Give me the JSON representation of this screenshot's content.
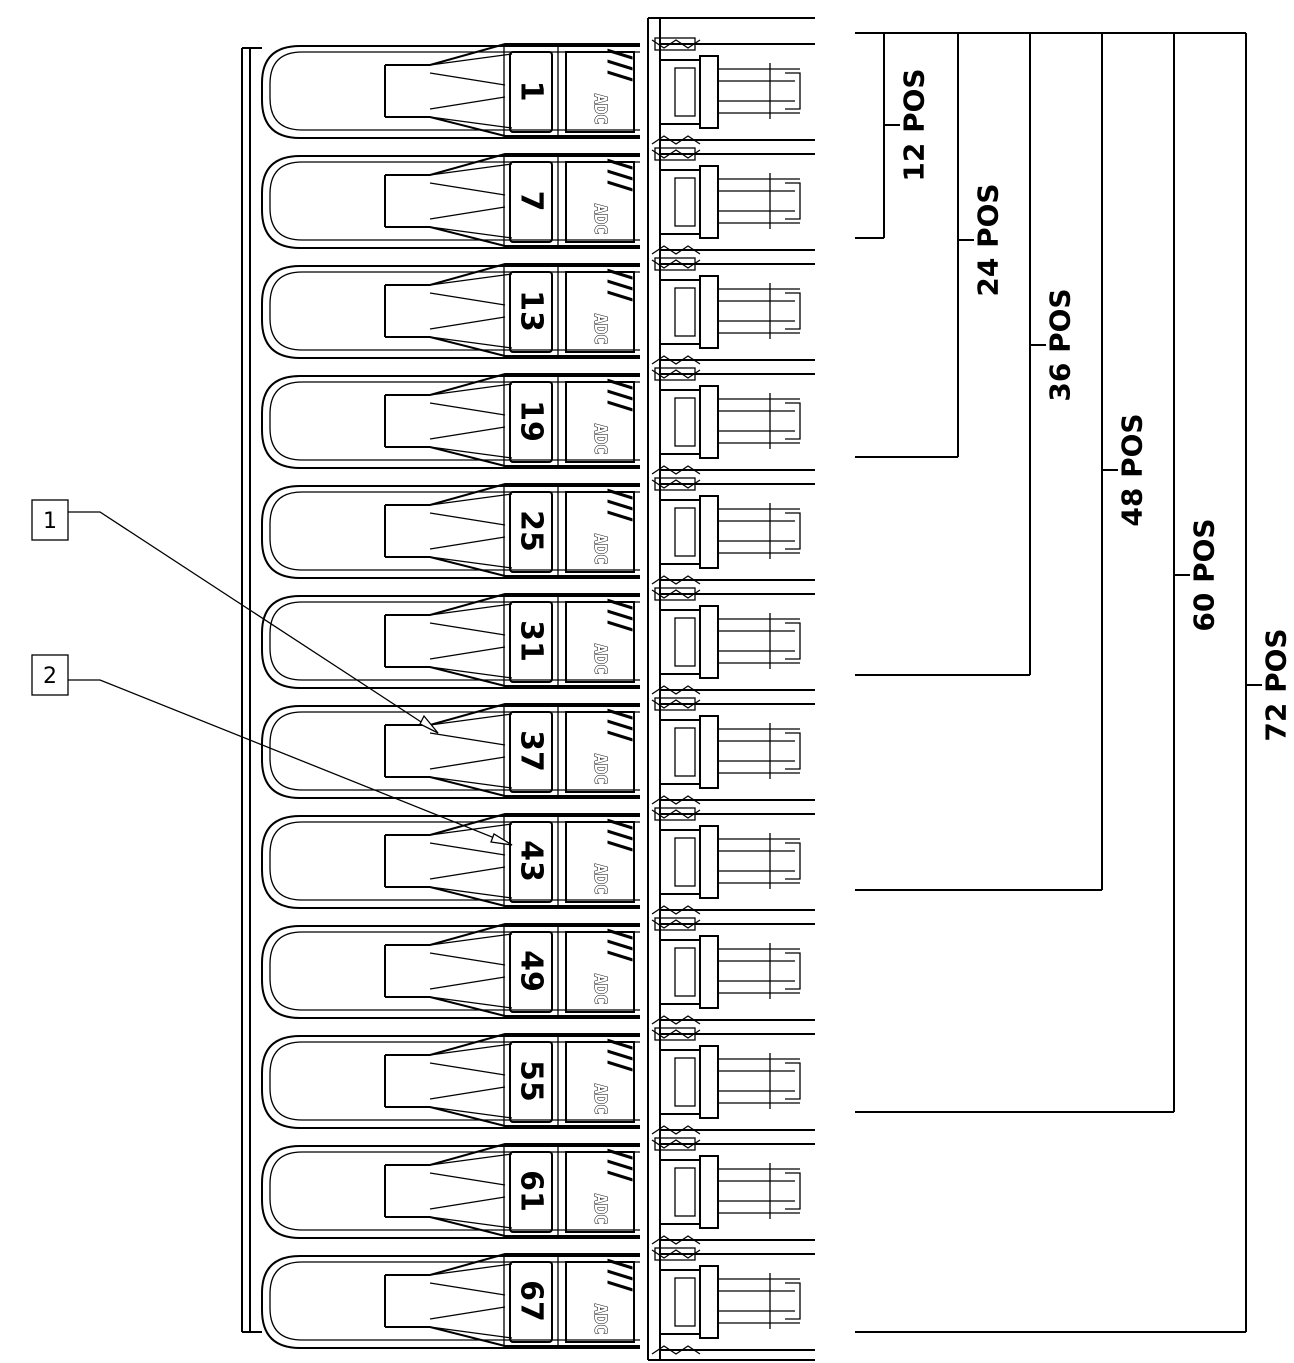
{
  "ports": [
    "1",
    "7",
    "13",
    "19",
    "25",
    "31",
    "37",
    "43",
    "49",
    "55",
    "61",
    "67"
  ],
  "brand": "ADC",
  "brand_slash": "///",
  "position_labels": [
    "12 POS",
    "24 POS",
    "36 POS",
    "48 POS",
    "60 POS",
    "72 POS"
  ],
  "callouts": [
    {
      "id": "1",
      "label": "1"
    },
    {
      "id": "2",
      "label": "2"
    }
  ]
}
